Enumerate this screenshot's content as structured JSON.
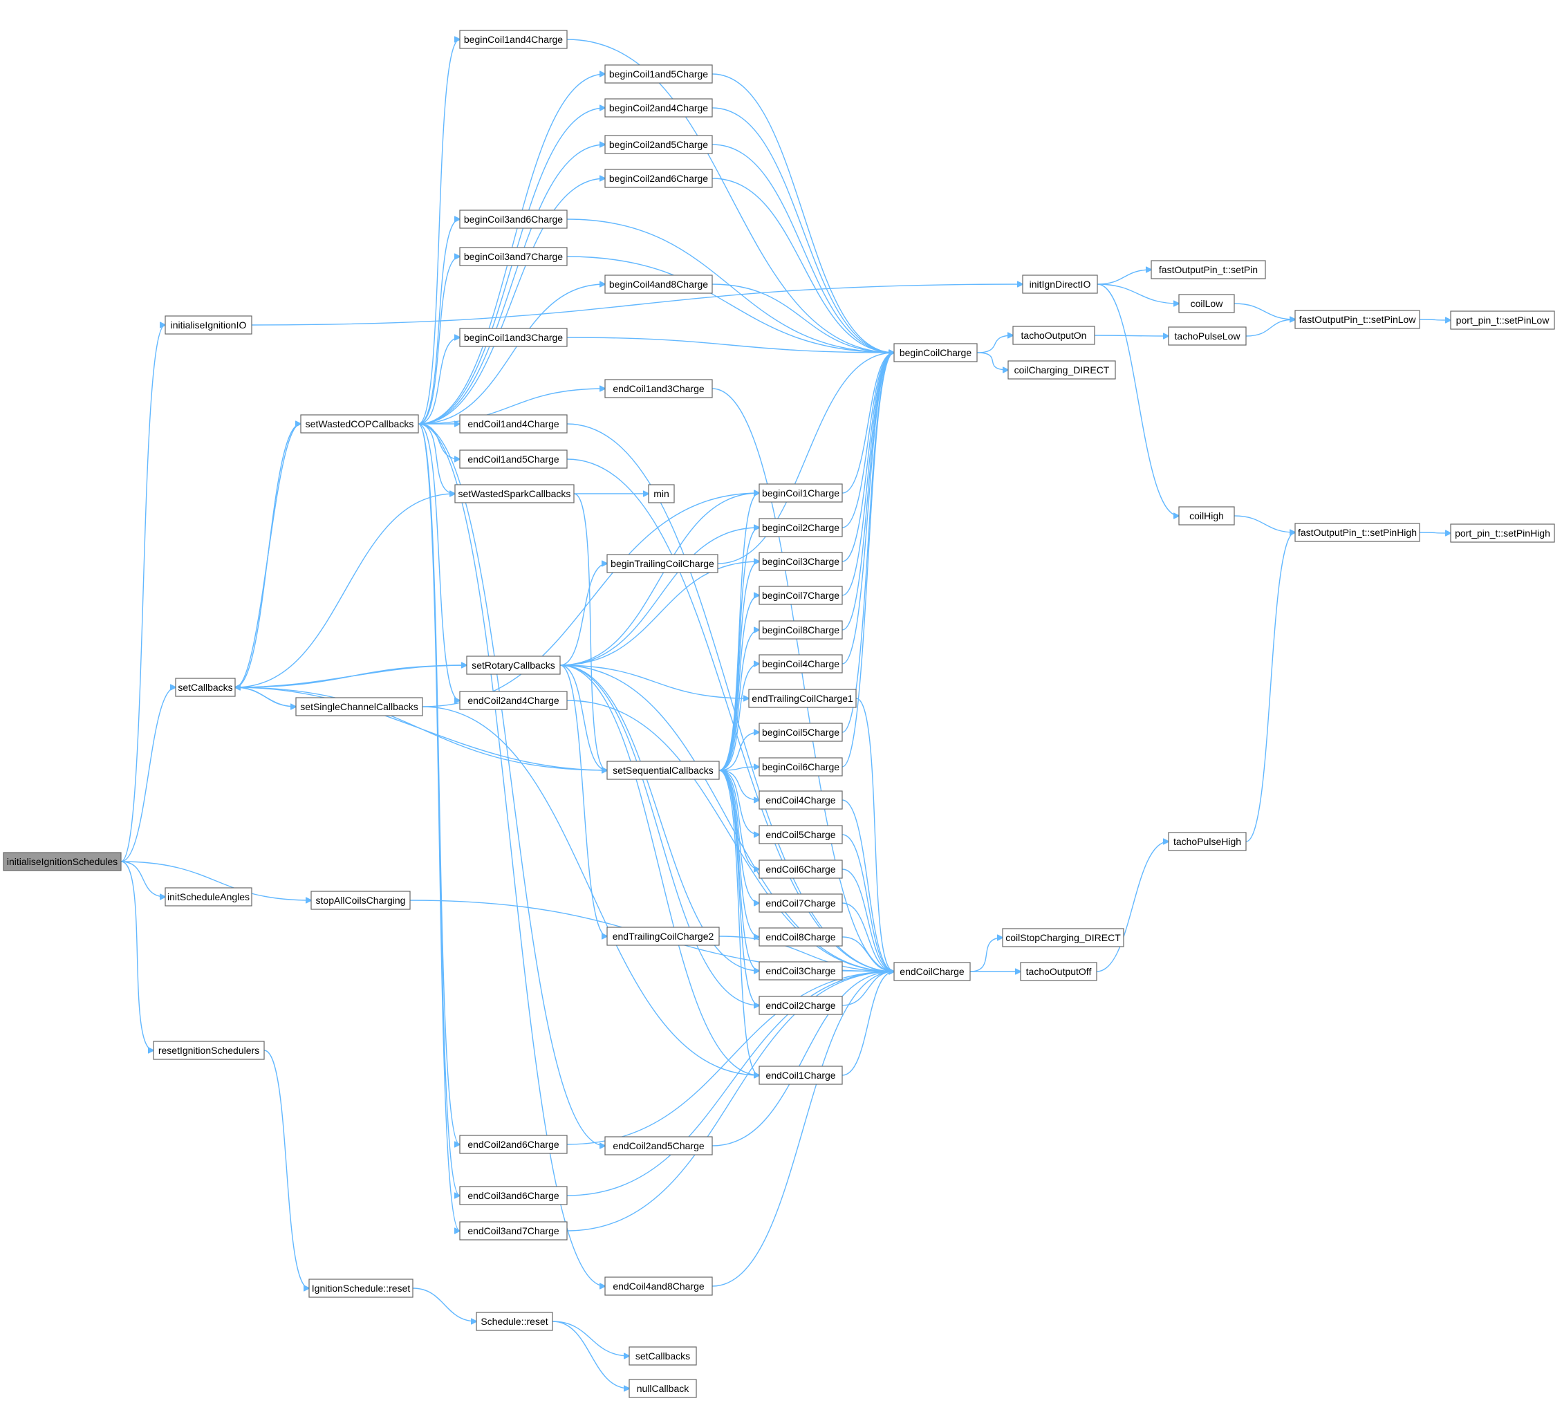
{
  "diagram": {
    "edge_color": "#63b8ff",
    "node_border_color": "#666666",
    "root_fill_color": "#999999",
    "nodes": [
      {
        "id": "initialiseIgnitionSchedules",
        "label": "initialiseIgnitionSchedules",
        "root": true
      },
      {
        "id": "initialiseIgnitionIO",
        "label": "initialiseIgnitionIO"
      },
      {
        "id": "setCallbacks",
        "label": "setCallbacks"
      },
      {
        "id": "initScheduleAngles",
        "label": "initScheduleAngles"
      },
      {
        "id": "stopAllCoilsCharging",
        "label": "stopAllCoilsCharging"
      },
      {
        "id": "resetIgnitionSchedulers",
        "label": "resetIgnitionSchedulers"
      },
      {
        "id": "IgnitionSchedule_reset",
        "label": "IgnitionSchedule::reset"
      },
      {
        "id": "Schedule_reset",
        "label": "Schedule::reset"
      },
      {
        "id": "setCallbacks2",
        "label": "setCallbacks"
      },
      {
        "id": "nullCallback",
        "label": "nullCallback"
      },
      {
        "id": "setWastedCOPCallbacks",
        "label": "setWastedCOPCallbacks"
      },
      {
        "id": "setSingleChannelCallbacks",
        "label": "setSingleChannelCallbacks"
      },
      {
        "id": "beginCoil1and4Charge",
        "label": "beginCoil1and4Charge"
      },
      {
        "id": "beginCoil1and5Charge",
        "label": "beginCoil1and5Charge"
      },
      {
        "id": "beginCoil2and4Charge",
        "label": "beginCoil2and4Charge"
      },
      {
        "id": "beginCoil2and5Charge",
        "label": "beginCoil2and5Charge"
      },
      {
        "id": "beginCoil2and6Charge",
        "label": "beginCoil2and6Charge"
      },
      {
        "id": "beginCoil3and6Charge",
        "label": "beginCoil3and6Charge"
      },
      {
        "id": "beginCoil3and7Charge",
        "label": "beginCoil3and7Charge"
      },
      {
        "id": "beginCoil4and8Charge",
        "label": "beginCoil4and8Charge"
      },
      {
        "id": "beginCoil1and3Charge",
        "label": "beginCoil1and3Charge"
      },
      {
        "id": "endCoil1and3Charge",
        "label": "endCoil1and3Charge"
      },
      {
        "id": "endCoil1and4Charge",
        "label": "endCoil1and4Charge"
      },
      {
        "id": "endCoil1and5Charge",
        "label": "endCoil1and5Charge"
      },
      {
        "id": "setWastedSparkCallbacks",
        "label": "setWastedSparkCallbacks"
      },
      {
        "id": "min",
        "label": "min"
      },
      {
        "id": "setRotaryCallbacks",
        "label": "setRotaryCallbacks"
      },
      {
        "id": "endCoil2and4Charge",
        "label": "endCoil2and4Charge"
      },
      {
        "id": "setSequentialCallbacks",
        "label": "setSequentialCallbacks"
      },
      {
        "id": "beginTrailingCoilCharge",
        "label": "beginTrailingCoilCharge"
      },
      {
        "id": "endTrailingCoilCharge2",
        "label": "endTrailingCoilCharge2"
      },
      {
        "id": "endCoil2and6Charge",
        "label": "endCoil2and6Charge"
      },
      {
        "id": "endCoil2and5Charge",
        "label": "endCoil2and5Charge"
      },
      {
        "id": "endCoil3and6Charge",
        "label": "endCoil3and6Charge"
      },
      {
        "id": "endCoil3and7Charge",
        "label": "endCoil3and7Charge"
      },
      {
        "id": "endCoil4and8Charge",
        "label": "endCoil4and8Charge"
      },
      {
        "id": "beginCoil1Charge",
        "label": "beginCoil1Charge"
      },
      {
        "id": "beginCoil2Charge",
        "label": "beginCoil2Charge"
      },
      {
        "id": "beginCoil3Charge",
        "label": "beginCoil3Charge"
      },
      {
        "id": "beginCoil7Charge",
        "label": "beginCoil7Charge"
      },
      {
        "id": "beginCoil8Charge",
        "label": "beginCoil8Charge"
      },
      {
        "id": "beginCoil4Charge",
        "label": "beginCoil4Charge"
      },
      {
        "id": "endTrailingCoilCharge1",
        "label": "endTrailingCoilCharge1"
      },
      {
        "id": "beginCoil5Charge",
        "label": "beginCoil5Charge"
      },
      {
        "id": "beginCoil6Charge",
        "label": "beginCoil6Charge"
      },
      {
        "id": "endCoil4Charge",
        "label": "endCoil4Charge"
      },
      {
        "id": "endCoil5Charge",
        "label": "endCoil5Charge"
      },
      {
        "id": "endCoil6Charge",
        "label": "endCoil6Charge"
      },
      {
        "id": "endCoil7Charge",
        "label": "endCoil7Charge"
      },
      {
        "id": "endCoil8Charge",
        "label": "endCoil8Charge"
      },
      {
        "id": "endCoil3Charge",
        "label": "endCoil3Charge"
      },
      {
        "id": "endCoil2Charge",
        "label": "endCoil2Charge"
      },
      {
        "id": "endCoil1Charge",
        "label": "endCoil1Charge"
      },
      {
        "id": "beginCoilCharge",
        "label": "beginCoilCharge"
      },
      {
        "id": "endCoilCharge",
        "label": "endCoilCharge"
      },
      {
        "id": "tachoOutputOn",
        "label": "tachoOutputOn"
      },
      {
        "id": "coilCharging_DIRECT",
        "label": "coilCharging_DIRECT"
      },
      {
        "id": "coilStopCharging_DIRECT",
        "label": "coilStopCharging_DIRECT"
      },
      {
        "id": "tachoOutputOff",
        "label": "tachoOutputOff"
      },
      {
        "id": "initIgnDirectIO",
        "label": "initIgnDirectIO"
      },
      {
        "id": "fastOutputPin_t_setPin",
        "label": "fastOutputPin_t::setPin"
      },
      {
        "id": "coilLow",
        "label": "coilLow"
      },
      {
        "id": "coilHigh",
        "label": "coilHigh"
      },
      {
        "id": "tachoPulseLow",
        "label": "tachoPulseLow"
      },
      {
        "id": "tachoPulseHigh",
        "label": "tachoPulseHigh"
      },
      {
        "id": "fastOutputPin_t_setPinLow",
        "label": "fastOutputPin_t::setPinLow"
      },
      {
        "id": "fastOutputPin_t_setPinHigh",
        "label": "fastOutputPin_t::setPinHigh"
      },
      {
        "id": "port_pin_t_setPinLow",
        "label": "port_pin_t::setPinLow"
      },
      {
        "id": "port_pin_t_setPinHigh",
        "label": "port_pin_t::setPinHigh"
      }
    ]
  }
}
